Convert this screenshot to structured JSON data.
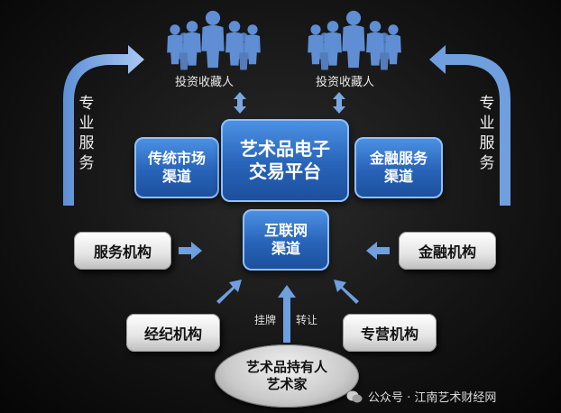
{
  "investors_left": "投资收藏人",
  "investors_right": "投资收藏人",
  "side_left": [
    "专",
    "业",
    "服",
    "务"
  ],
  "side_right": [
    "专",
    "业",
    "服",
    "务"
  ],
  "box_traditional": [
    "传统市场",
    "渠道"
  ],
  "box_platform": [
    "艺术品电子",
    "交易平台"
  ],
  "box_finance_channel": [
    "金融服务",
    "渠道"
  ],
  "box_internet": [
    "互联网",
    "渠道"
  ],
  "box_service_org": "服务机构",
  "box_finance_org": "金融机构",
  "box_broker_org": "经纪机构",
  "box_specialty_org": "专营机构",
  "label_listing": "挂牌",
  "label_transfer": "转让",
  "holder": [
    "艺术品持有人",
    "艺术家"
  ],
  "watermark": "公众号 · 江南艺术财经网",
  "colors": {
    "accent_blue": "#2c6bc4",
    "arrow_blue": "#6f9fde"
  }
}
